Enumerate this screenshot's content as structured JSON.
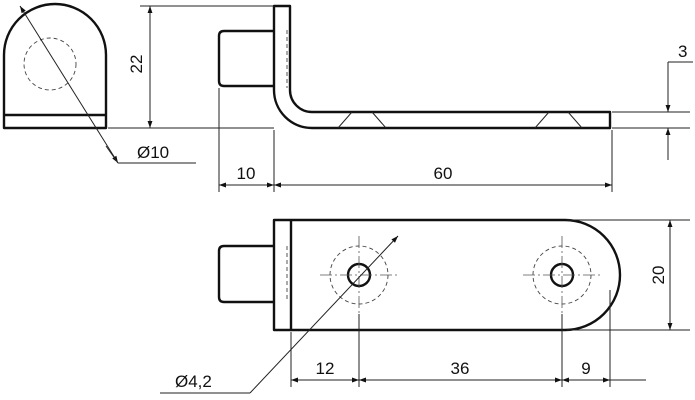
{
  "dimensions": {
    "height_22": "22",
    "thickness_3": "3",
    "diameter_10": "Ø10",
    "width_10": "10",
    "length_60": "60",
    "width_20": "20",
    "hole_diameter": "Ø4,2",
    "offset_12": "12",
    "spacing_36": "36",
    "end_9": "9"
  },
  "colors": {
    "line": "#111111",
    "background": "#ffffff"
  }
}
